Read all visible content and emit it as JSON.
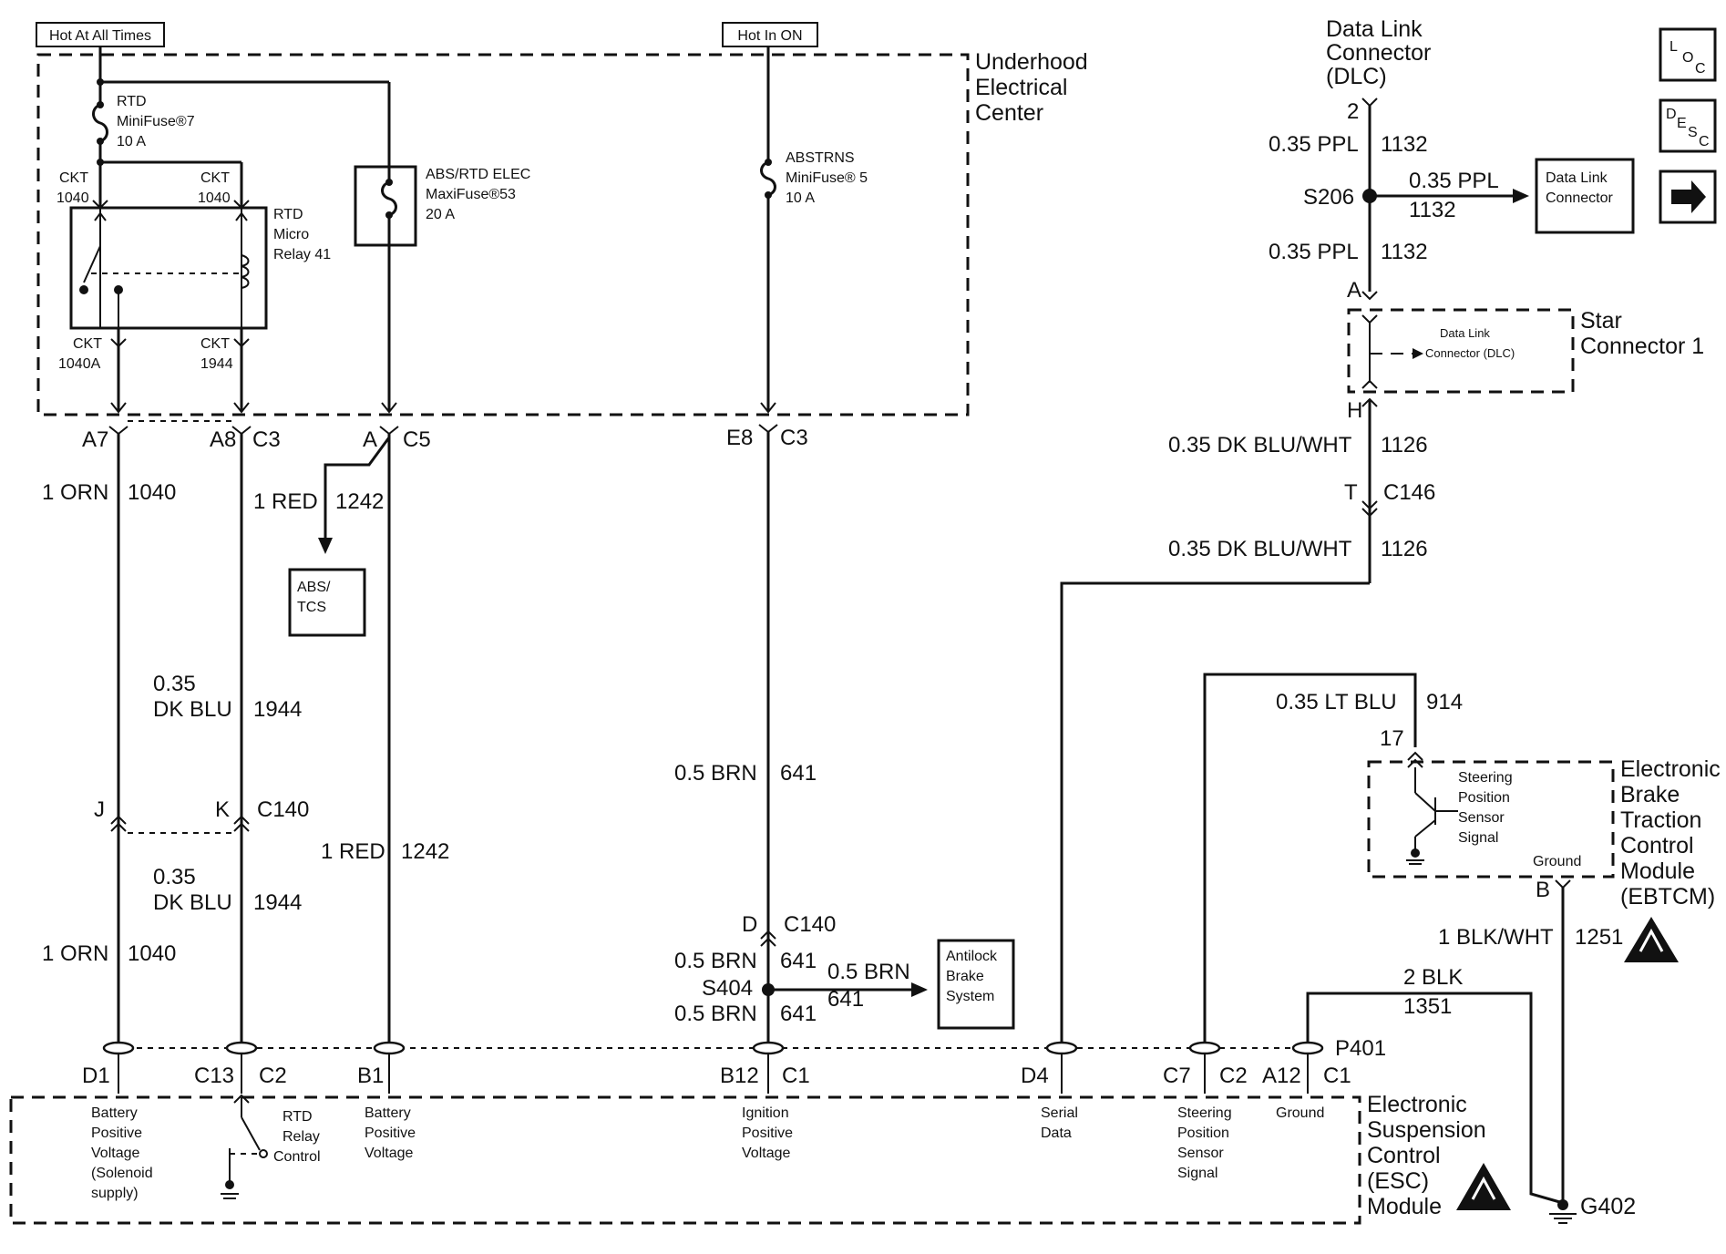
{
  "power": {
    "hot_at_all_times": "Hot At All Times",
    "hot_in_on": "Hot In ON"
  },
  "underhood": {
    "l1": "Underhood",
    "l2": "Electrical",
    "l3": "Center"
  },
  "fuse_rtd": {
    "l1": "RTD",
    "l2": "MiniFuse®7",
    "l3": "10 A"
  },
  "fuse_absrtd": {
    "l1": "ABS/RTD ELEC",
    "l2": "MaxiFuse®53",
    "l3": "20 A"
  },
  "fuse_abstrns": {
    "l1": "ABSTRNS",
    "l2": "MiniFuse® 5",
    "l3": "10 A"
  },
  "relay": {
    "ckt": "CKT",
    "n1040": "1040",
    "n1040a": "1040A",
    "n1944": "1944",
    "l1": "RTD",
    "l2": "Micro",
    "l3": "Relay 41"
  },
  "connectors": {
    "a7": "A7",
    "a8": "A8",
    "c3a": "C3",
    "a": "A",
    "c5": "C5",
    "e8": "E8",
    "c3b": "C3",
    "j": "J",
    "k": "K",
    "c140a": "C140",
    "d": "D",
    "c140b": "C140",
    "d1": "D1",
    "c13": "C13",
    "c2a": "C2",
    "b1": "B1",
    "b12": "B12",
    "c1a": "C1",
    "d4": "D4",
    "c7": "C7",
    "c2b": "C2",
    "a12": "A12",
    "c1b": "C1",
    "p401": "P401",
    "dlc2": "2",
    "dlc_a": "A",
    "dlc_h": "H",
    "t": "T",
    "c146": "C146",
    "p17": "17",
    "b": "B"
  },
  "wires": {
    "orn1": "1 ORN",
    "n1040": "1040",
    "red1": "1 RED",
    "n1242": "1242",
    "dkblu_a": "0.35",
    "dkblu_b": "DK BLU",
    "n1944": "1944",
    "brn": "0.5 BRN",
    "n641": "641",
    "ppl": "0.35 PPL",
    "n1132": "1132",
    "dkbluwht": "0.35 DK BLU/WHT",
    "n1126": "1126",
    "ltblu": "0.35 LT BLU",
    "n914": "914",
    "blkwht": "1 BLK/WHT",
    "n1251": "1251",
    "blk": "2 BLK",
    "n1351": "1351"
  },
  "splices": {
    "s404": "S404",
    "s206": "S206"
  },
  "boxes": {
    "abs_tcs": {
      "l1": "ABS/",
      "l2": "TCS"
    },
    "antilock": {
      "l1": "Antilock",
      "l2": "Brake",
      "l3": "System"
    },
    "dlc_box": {
      "l1": "Data Link",
      "l2": "Connector"
    }
  },
  "dlc": {
    "l1": "Data Link",
    "l2": "Connector",
    "l3": "(DLC)"
  },
  "star": {
    "l1": "Star",
    "l2": "Connector 1",
    "inner1": "Data Link",
    "inner2": "Connector (DLC)"
  },
  "ebtcm": {
    "l1": "Electronic",
    "l2": "Brake",
    "l3": "Traction",
    "l4": "Control",
    "l5": "Module",
    "l6": "(EBTCM)",
    "sig1": "Steering",
    "sig2": "Position",
    "sig3": "Sensor",
    "sig4": "Signal",
    "ground": "Ground"
  },
  "esc": {
    "l1": "Electronic",
    "l2": "Suspension",
    "l3": "Control",
    "l4": "(ESC)",
    "l5": "Module",
    "bat1": "Battery",
    "bat2": "Positive",
    "bat3": "Voltage",
    "bat4": "(Solenoid",
    "bat5": "supply)",
    "rtd1": "RTD",
    "rtd2": "Relay",
    "rtd3": "Control",
    "bpv1": "Battery",
    "bpv2": "Positive",
    "bpv3": "Voltage",
    "ign1": "Ignition",
    "ign2": "Positive",
    "ign3": "Voltage",
    "ser1": "Serial",
    "ser2": "Data",
    "steer1": "Steering",
    "steer2": "Position",
    "steer3": "Sensor",
    "steer4": "Signal",
    "gnd": "Ground"
  },
  "ground_g402": "G402",
  "icons": {
    "loc": {
      "a": "L",
      "b": "O",
      "c": "C"
    },
    "desc": {
      "a": "D",
      "b": "E",
      "c": "S",
      "d": "C"
    }
  }
}
